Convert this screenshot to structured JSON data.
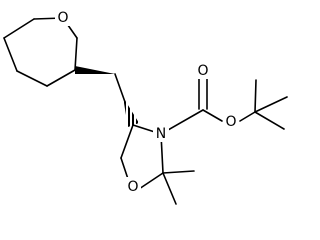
{
  "molecule": {
    "atoms": {
      "ring_oxygen_top": "O",
      "carbamate_carbonyl_oxygen": "O",
      "carbamate_ester_oxygen": "O",
      "oxazolidine_nitrogen": "N",
      "oxazolidine_oxygen": "O"
    }
  },
  "colors": {
    "bond": "#000000",
    "label": "#000000",
    "background": "#ffffff"
  }
}
